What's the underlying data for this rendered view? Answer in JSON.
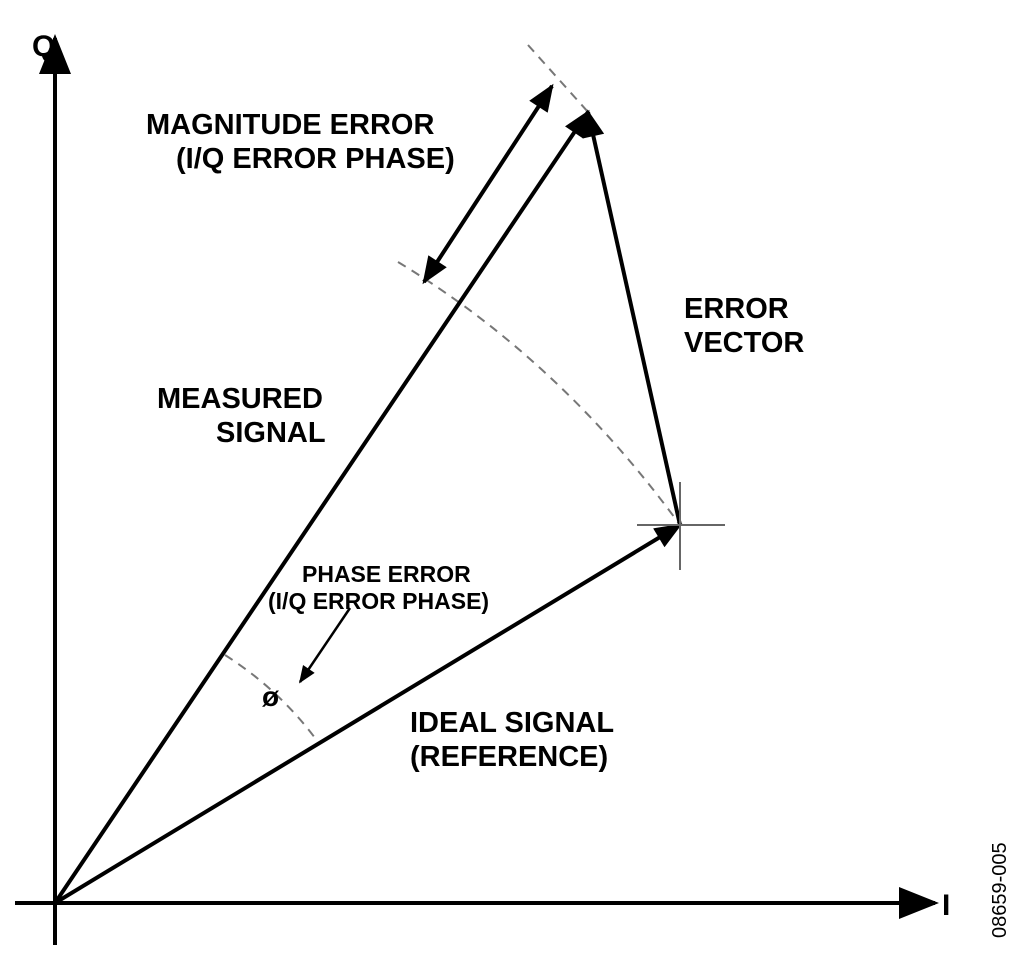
{
  "axes": {
    "q_label": "Q",
    "i_label": "I"
  },
  "labels": {
    "magnitude_error_1": "MAGNITUDE ERROR",
    "magnitude_error_2": "(I/Q ERROR PHASE)",
    "error_vector_1": "ERROR",
    "error_vector_2": "VECTOR",
    "measured_signal_1": "MEASURED",
    "measured_signal_2": "SIGNAL",
    "phase_error_1": "PHASE ERROR",
    "phase_error_2": "(I/Q ERROR PHASE)",
    "phi": "ø",
    "ideal_signal_1": "IDEAL SIGNAL",
    "ideal_signal_2": "(REFERENCE)"
  },
  "figure_id": "08659-005"
}
